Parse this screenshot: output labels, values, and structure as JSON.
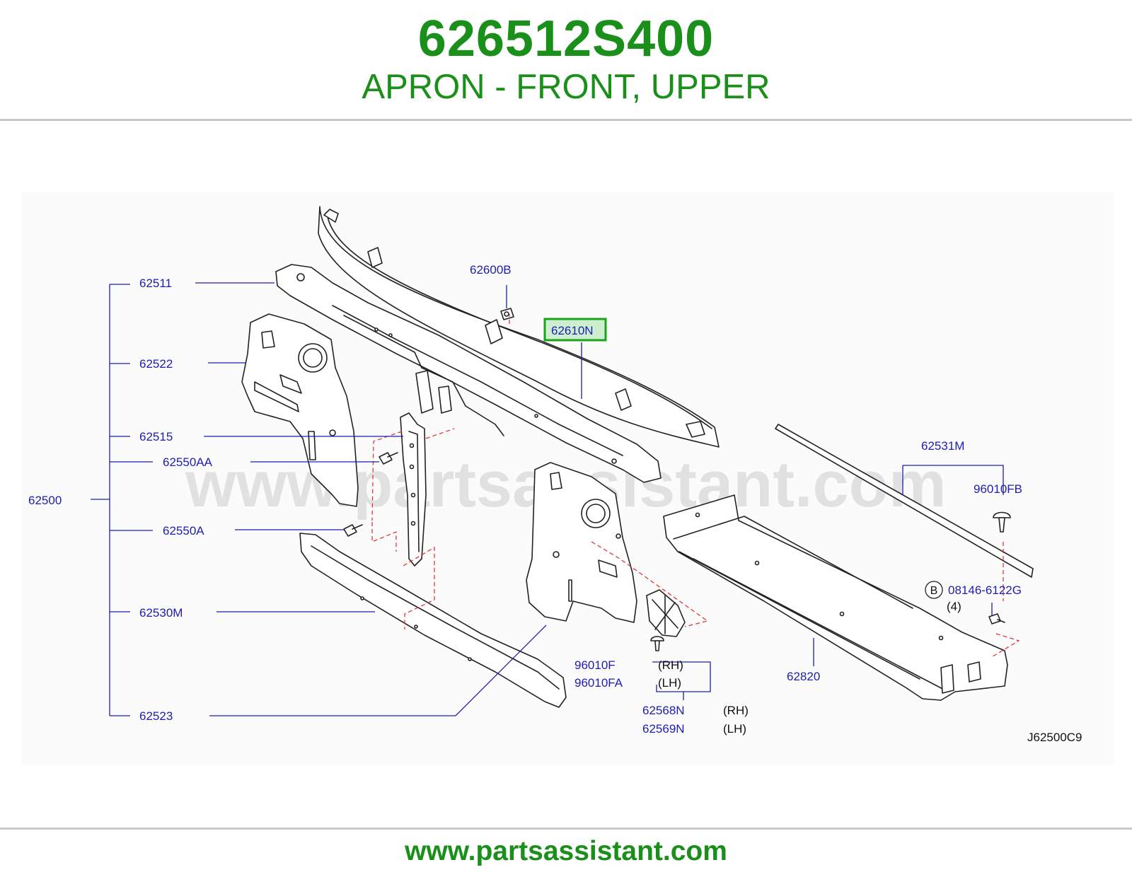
{
  "header": {
    "part_number": "626512S400",
    "part_name": "APRON - FRONT, UPPER"
  },
  "watermark": "www.partsassistant.com",
  "footer": {
    "url": "www.partsassistant.com"
  },
  "colors": {
    "brand_green": "#1a8f1a",
    "callout_blue": "#1d1db5",
    "highlight_green": "#19a519",
    "highlight_fill": "#cfeecf",
    "line_art": "#222222",
    "dashed_red": "#e0282e"
  },
  "diagram": {
    "code": "J62500C9",
    "highlighted_part": "62610N",
    "callouts": {
      "p62511": "62511",
      "p62522": "62522",
      "p62515": "62515",
      "p62550AA": "62550AA",
      "p62500": "62500",
      "p62550A": "62550A",
      "p62530M": "62530M",
      "p62523": "62523",
      "p62600B": "62600B",
      "p62610N": "62610N",
      "p62531M": "62531M",
      "p96010FB": "96010FB",
      "p08146": "08146-6122G",
      "p96010F": "96010F",
      "p96010FA": "96010FA",
      "p62568N": "62568N",
      "p62569N": "62569N",
      "p62820": "62820"
    },
    "notes": {
      "rh": "(RH)",
      "lh": "(LH)",
      "qty_4": "(4)",
      "circle_b": "B"
    }
  }
}
